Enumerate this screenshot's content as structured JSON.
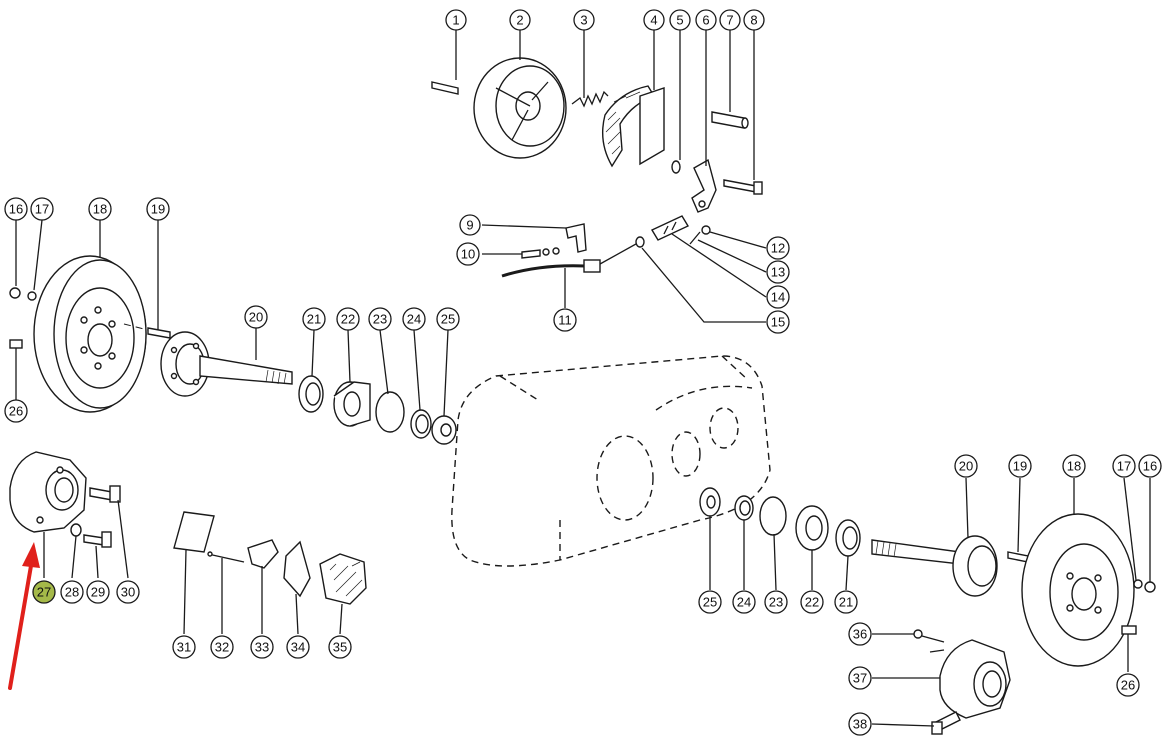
{
  "diagram": {
    "callout_labels": [
      "1",
      "2",
      "3",
      "4",
      "5",
      "6",
      "7",
      "8",
      "9",
      "10",
      "11",
      "12",
      "13",
      "14",
      "15",
      "16",
      "17",
      "18",
      "19",
      "20",
      "21",
      "22",
      "23",
      "24",
      "25",
      "26",
      "27",
      "28",
      "29",
      "30",
      "31",
      "32",
      "33",
      "34",
      "35",
      "36",
      "37",
      "38"
    ],
    "highlighted_label": "27",
    "colors": {
      "line": "#1a1a1a",
      "highlight_fill": "#a5b949",
      "arrow": "#e0201b",
      "background": "#ffffff"
    },
    "icons": [
      "red-arrow-icon"
    ]
  }
}
